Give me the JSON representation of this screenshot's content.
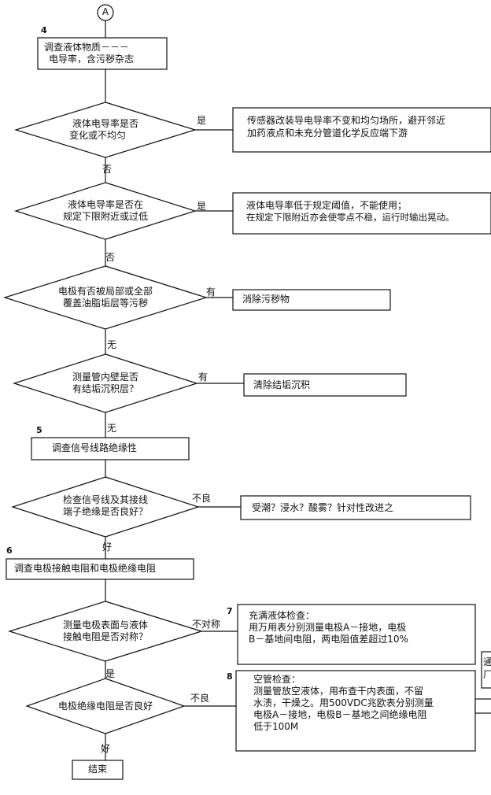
{
  "connector": "A",
  "steps": {
    "s4": "4",
    "s5": "5",
    "s6": "6",
    "s7": "7",
    "s8": "8"
  },
  "boxes": {
    "b1": [
      "调查液体物质－－－",
      "电导率，含污秽杂志"
    ],
    "b5": "调查信号线路绝缘性",
    "b6": "调查电极接触电阻和电极绝缘电阻",
    "end": "结束"
  },
  "decisions": {
    "d1": [
      "液体电导率是否",
      "变化或不均匀"
    ],
    "d2": [
      "液体电导率是否在",
      "规定下限附近或过低"
    ],
    "d3": [
      "电极有否被局部或全部",
      "覆盖油脂垢层等污秽"
    ],
    "d4": [
      "测量管内壁是否",
      "有结垢沉积层？"
    ],
    "d5": [
      "检查信号线及其接线",
      "端子绝缘是否良好？"
    ],
    "d6": [
      "测量电极表面与液体",
      "接触电阻是否对称？"
    ],
    "d7": "电极绝缘电阻是否良好"
  },
  "results": {
    "r1": [
      "传感器改装导电导率不变和均匀场所，避开邻近",
      "加药液点和未充分管道化学反应端下游"
    ],
    "r2": [
      "液体电导率低于规定阈值，不能使用；",
      "在规定下限附近亦会使零点不稳，运行时输出晃动。"
    ],
    "r3": "消除污秽物",
    "r4": "清除结垢沉积",
    "r5": "受潮？浸水？酸雾？针对性改进之",
    "r6": [
      "充满液体检查：",
      "用万用表分别测量电极A－接地，电极",
      "B－基地间电阻，两电阻值差超过10%"
    ],
    "r7": [
      "空管检查：",
      "测量管放空液体，用布查干内表面，不留",
      "水渍，干燥之。用500VDC兆欧表分别测量",
      "电极A－接地，电极B－基地之间绝缘电阻",
      "低于100M"
    ],
    "r_partial_top": "通",
    "r_partial_bottom": "厂"
  },
  "labels": {
    "yes": "是",
    "no": "否",
    "has": "有",
    "none": "无",
    "bad": "不良",
    "good": "好",
    "asym": "不对称"
  }
}
